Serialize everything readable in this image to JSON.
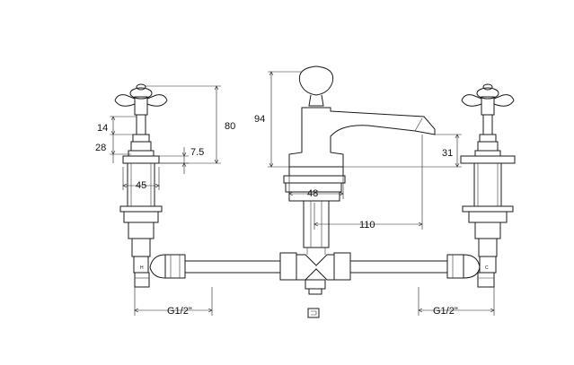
{
  "dimensions": {
    "height_left_top": "80",
    "handle_14": "14",
    "handle_28": "28",
    "collar_7_5": "7.5",
    "width_45": "45",
    "spout_height_94": "94",
    "spout_width_48": "48",
    "spout_reach_110": "110",
    "spout_outlet_31": "31"
  },
  "connections": {
    "left_thread": "G1/2\"",
    "right_thread": "G1/2\""
  },
  "markers": {
    "hot": "H",
    "cold": "C"
  }
}
